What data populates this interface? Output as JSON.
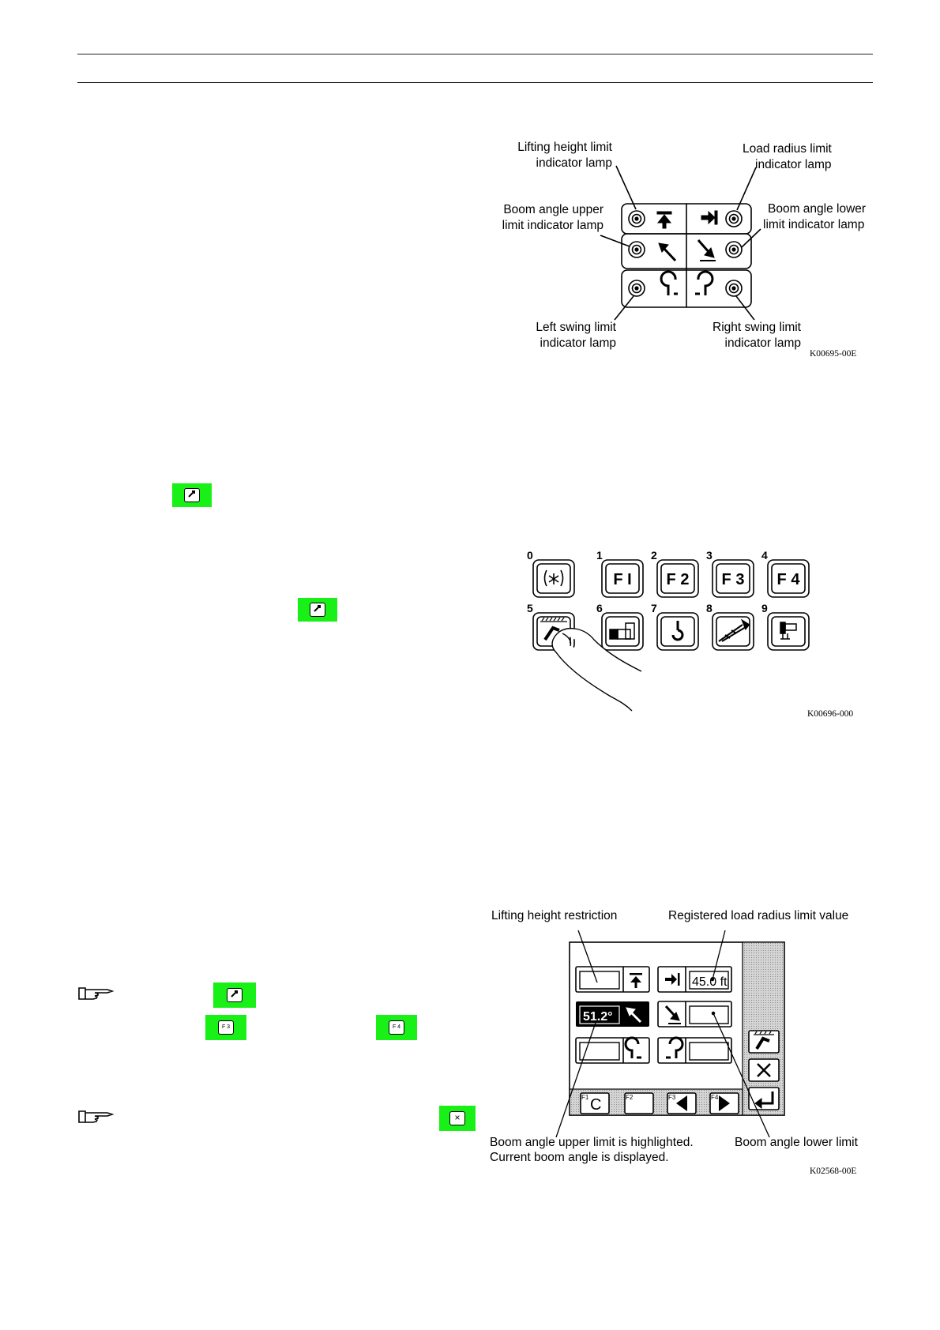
{
  "fig1": {
    "labels": {
      "lifting_height_1": "Lifting height limit",
      "lifting_height_2": "indicator lamp",
      "load_radius_1": "Load radius limit",
      "load_radius_2": "indicator lamp",
      "boom_upper_1": "Boom angle upper",
      "boom_upper_2": "limit indicator lamp",
      "boom_lower_1": "Boom angle lower",
      "boom_lower_2": "limit indicator lamp",
      "left_swing_1": "Left swing limit",
      "left_swing_2": "indicator lamp",
      "right_swing_1": "Right swing limit",
      "right_swing_2": "indicator lamp"
    },
    "code": "K00695-00E"
  },
  "fig2": {
    "key_numbers": [
      "0",
      "1",
      "2",
      "3",
      "4",
      "5",
      "6",
      "7",
      "8",
      "9"
    ],
    "f_keys": [
      "F I",
      "F 2",
      "F 3",
      "F 4"
    ],
    "code": "K00696-000"
  },
  "fig3": {
    "labels": {
      "lifting_height_restriction": "Lifting height restriction",
      "registered_radius": "Registered load radius limit value",
      "boom_upper_highlight_1": "Boom angle upper limit is highlighted.",
      "boom_upper_highlight_2": "Current boom angle is displayed.",
      "boom_lower_limit": "Boom angle lower limit"
    },
    "radius_value": "45.0 ft",
    "boom_angle_value": "51.2°",
    "fkey_tags": [
      "F1",
      "F2",
      "F3",
      "F4"
    ],
    "clear_key": "C",
    "code": "K02568-00E"
  },
  "inline_buttons": {
    "f3": "F 3",
    "f4": "F 4",
    "close": "×"
  },
  "colors": {
    "highlight_green": "#18f018"
  }
}
